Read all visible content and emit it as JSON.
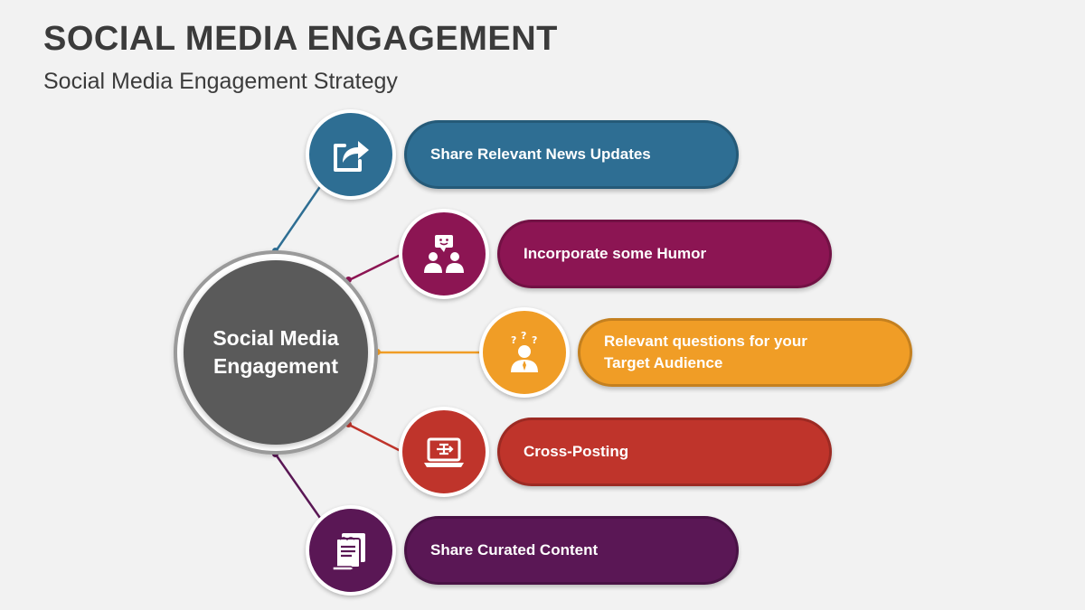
{
  "header": {
    "title": "SOCIAL MEDIA ENGAGEMENT",
    "subtitle": "Social Media Engagement Strategy"
  },
  "hub": {
    "label": "Social Media\nEngagement",
    "color": "#5a5a5a"
  },
  "items": [
    {
      "label": "Share Relevant News Updates",
      "icon": "share-arrow-icon",
      "color": "#2e6e93"
    },
    {
      "label": "Incorporate some Humor",
      "icon": "people-chat-icon",
      "color": "#8c1553"
    },
    {
      "label": "Relevant questions for your\nTarget Audience",
      "icon": "questioning-person-icon",
      "color": "#f09d26"
    },
    {
      "label": "Cross-Posting",
      "icon": "laptop-network-icon",
      "color": "#bf342b"
    },
    {
      "label": "Share Curated Content",
      "icon": "documents-icon",
      "color": "#5a1755"
    }
  ]
}
